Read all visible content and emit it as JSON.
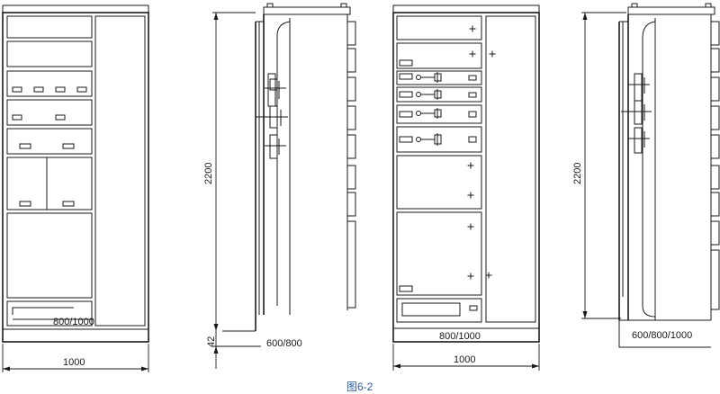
{
  "cabinet_front_1": {
    "width_label": "1000",
    "depth_label": "800/1000"
  },
  "cabinet_side_1": {
    "height_label": "2200",
    "base_label": "42",
    "depth_label": "600/800"
  },
  "cabinet_front_2": {
    "depth_label": "800/1000",
    "width_label": "1000"
  },
  "cabinet_side_2": {
    "height_label": "2200",
    "depth_label": "600/800/1000"
  },
  "caption": "图6-2"
}
